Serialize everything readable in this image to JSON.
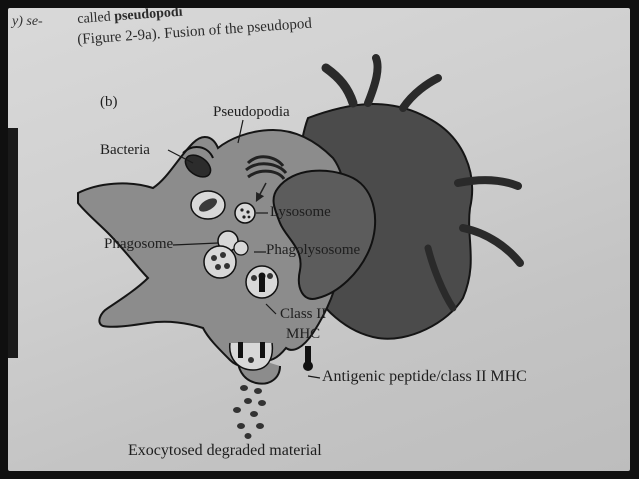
{
  "header": {
    "left_fragment": "y) se-",
    "line1_prefix": "called ",
    "line1_bold": "pseudopodi",
    "line2": "(Figure 2-9a). Fusion of the pseudopod"
  },
  "figure": {
    "panel_label": "(b)",
    "labels": {
      "pseudopodia": "Pseudopodia",
      "bacteria": "Bacteria",
      "lysosome": "Lysosome",
      "phagosome": "Phagosome",
      "phagolysosome": "Phagolysosome",
      "class2": "Class II",
      "mhc": "MHC",
      "antigenic": "Antigenic peptide/class II MHC",
      "exocytosed": "Exocytosed degraded material"
    }
  },
  "colors": {
    "cell_light": "#8a8a8a",
    "cell_dark": "#4a4a4a",
    "nucleus": "#5a5a5a",
    "outline": "#1a1a1a",
    "page": "#d0d0d0"
  }
}
